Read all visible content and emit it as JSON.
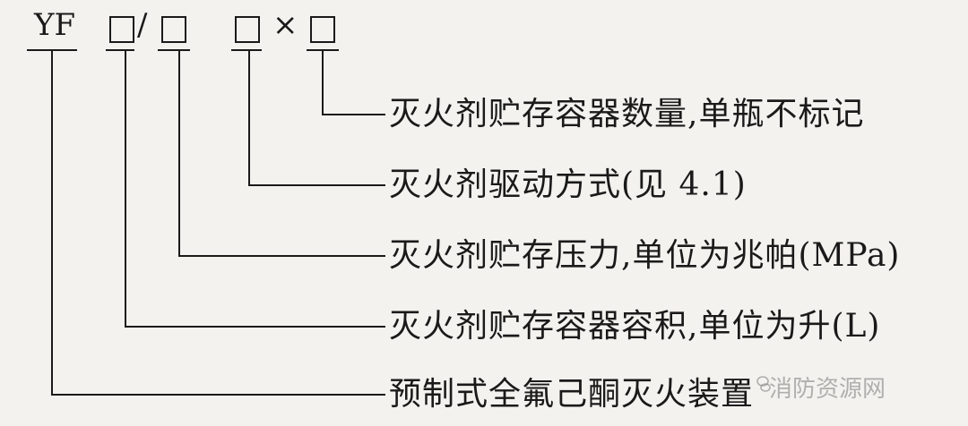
{
  "code": {
    "prefix": "YF",
    "slash": "/",
    "times": "×"
  },
  "descriptions": [
    "灭火剂贮存容器数量,单瓶不标记",
    "灭火剂驱动方式(见 4.1)",
    "灭火剂贮存压力,单位为兆帕(MPa)",
    "灭火剂贮存容器容积,单位为升(L)",
    "预制式全氟己酮灭火装置"
  ],
  "watermark": {
    "text": "消防资源网",
    "icon": "wechat-icon"
  }
}
